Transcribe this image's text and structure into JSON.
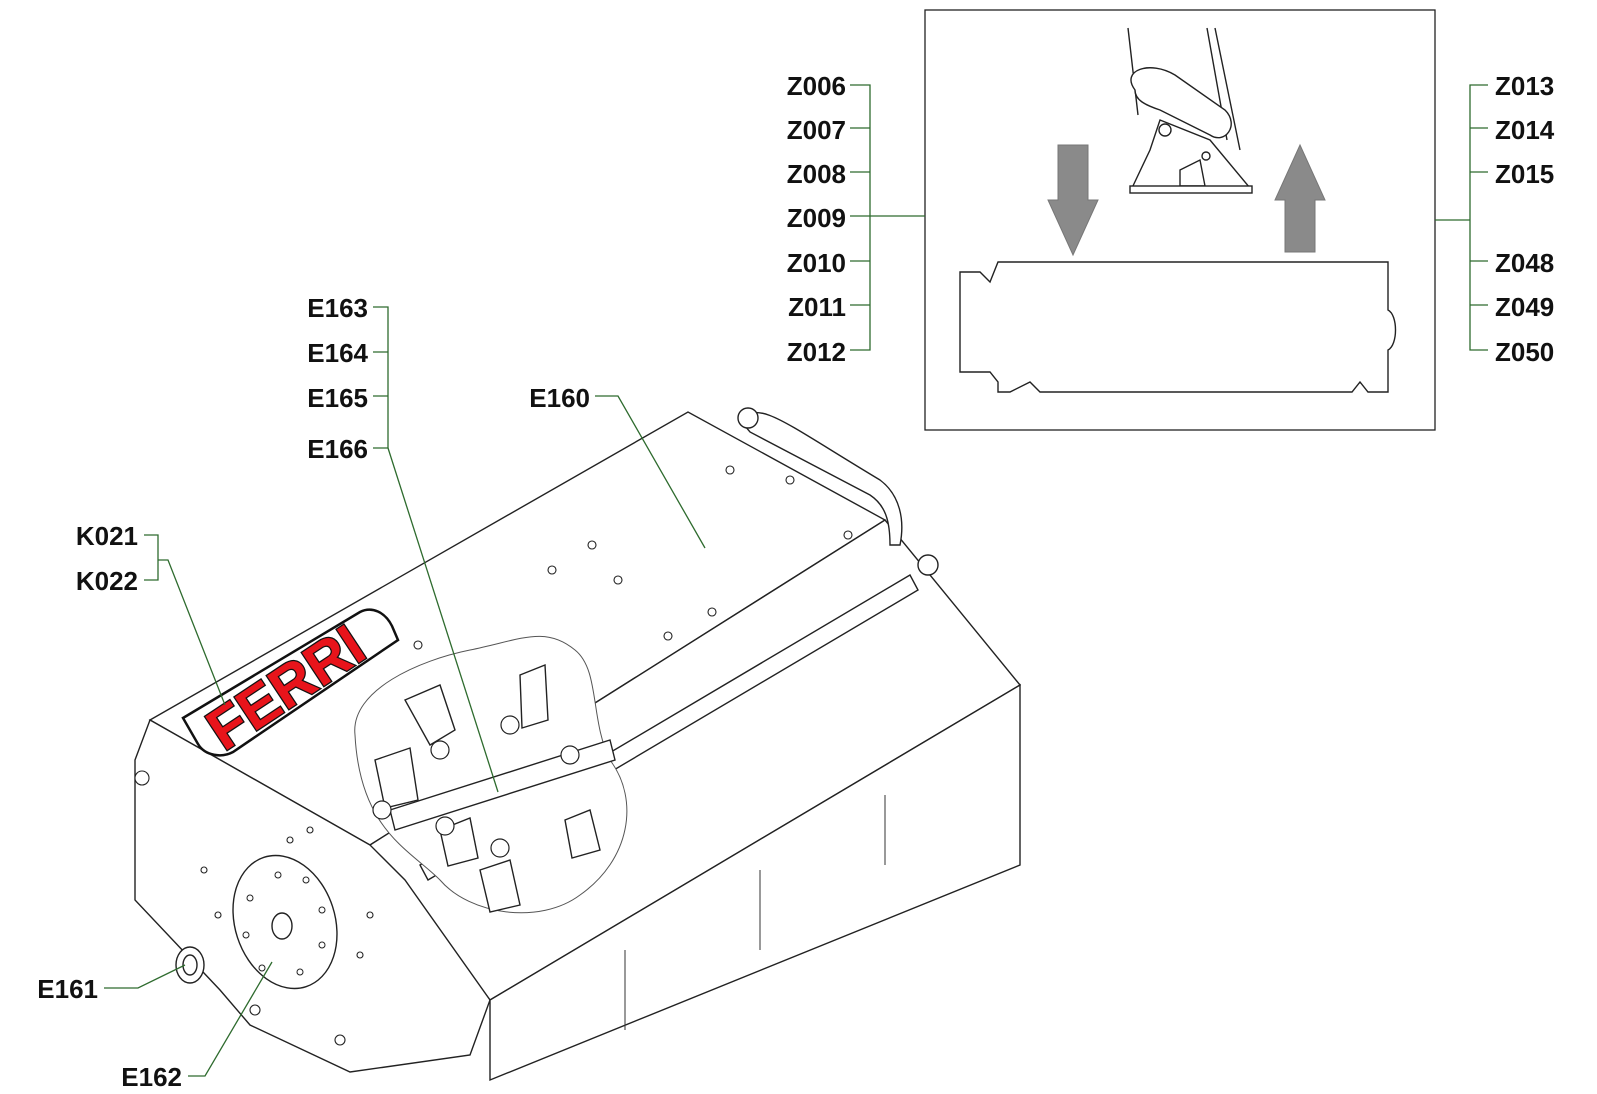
{
  "inset_left_labels": [
    "Z006",
    "Z007",
    "Z008",
    "Z009",
    "Z010",
    "Z011",
    "Z012"
  ],
  "inset_right_labels": [
    "Z013",
    "Z014",
    "Z015",
    "Z048",
    "Z049",
    "Z050"
  ],
  "rotor_labels": [
    "E163",
    "E164",
    "E165",
    "E166"
  ],
  "cover_label": "E160",
  "decal_labels": [
    "K021",
    "K022"
  ],
  "gearbox_label": "E161",
  "side_disc_label": "E162",
  "brand_logo_text": "FERRI",
  "colors": {
    "leader": "#2e6b2e",
    "logo_fill": "#e8141b",
    "arrow": "#8a8a8a"
  }
}
